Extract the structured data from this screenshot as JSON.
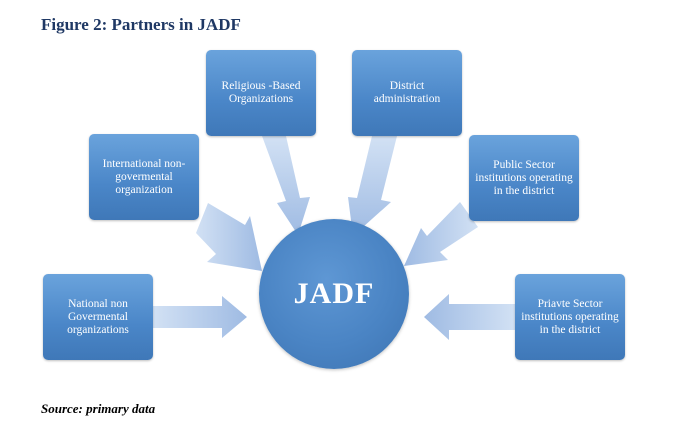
{
  "figure_title": "Figure 2: Partners in JADF",
  "hub_label": "JADF",
  "partners": [
    {
      "label": "National non Govermental organizations"
    },
    {
      "label": "International non-govermental organization"
    },
    {
      "label": "Religious -Based Organizations"
    },
    {
      "label": "District administration"
    },
    {
      "label": "Public Sector institutions operating in the district"
    },
    {
      "label": "Priavte Sector institutions operating in the district"
    }
  ],
  "source": "Source: primary data",
  "colors": {
    "title": "#1f3864",
    "node": "#4a86c8",
    "arrow": "#a9c3e8"
  }
}
